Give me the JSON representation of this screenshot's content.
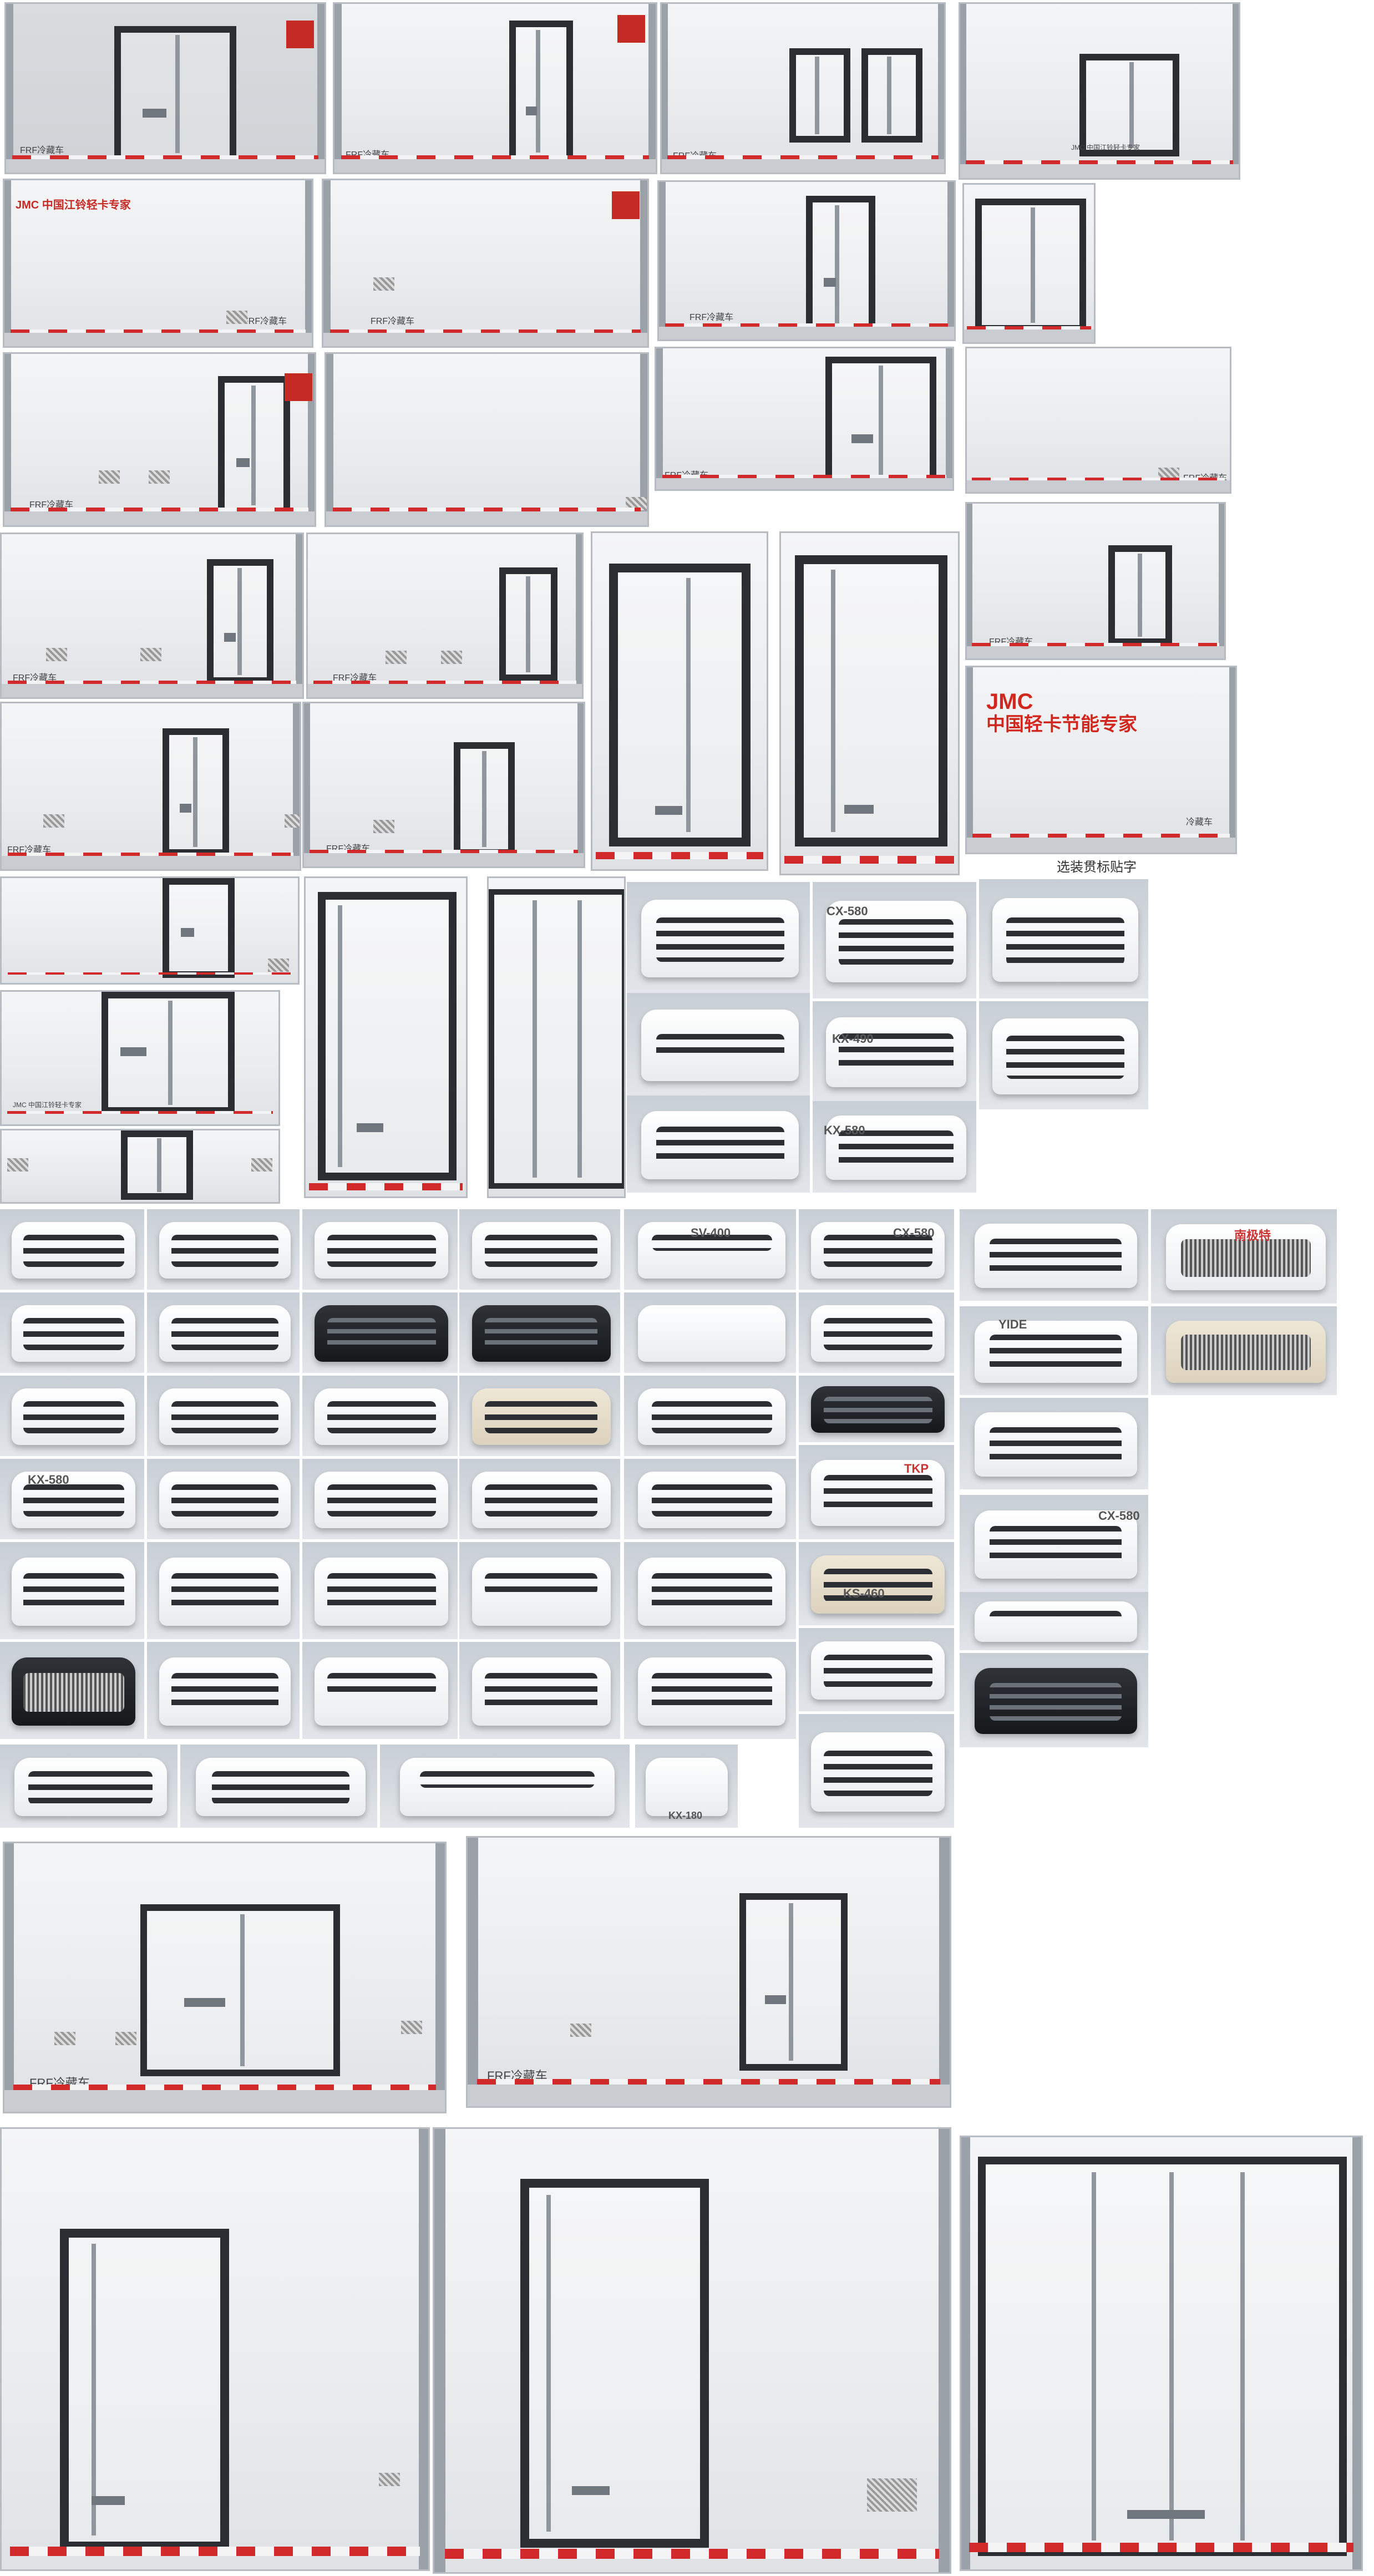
{
  "labels": {
    "frf_cold": "FRF冷藏车",
    "jmc_line1": "JMC",
    "jmc_line2": "中国轻卡节能专家",
    "jmc_small": "JMC 中国江铃轻卡专家",
    "cold_small": "冷藏车",
    "caption_sticker": "选装贯标贴字",
    "unit_cx580": "CX-580",
    "unit_kx490": "KX-490",
    "unit_kx580": "KX-580",
    "unit_ks460": "KS-460",
    "unit_sv400": "SV-400",
    "unit_yide": "YIDE",
    "unit_nanfang": "南极特",
    "unit_tkp": "TKP",
    "unit_kx180": "KX-180",
    "unit_cx580b": "CX-580",
    "unit_460": "460"
  },
  "colors": {
    "red_stripe": "#d22a2a",
    "door_frame": "#2a2d31",
    "panel_white": "#eef0f2",
    "brand_red": "#d0281f"
  }
}
